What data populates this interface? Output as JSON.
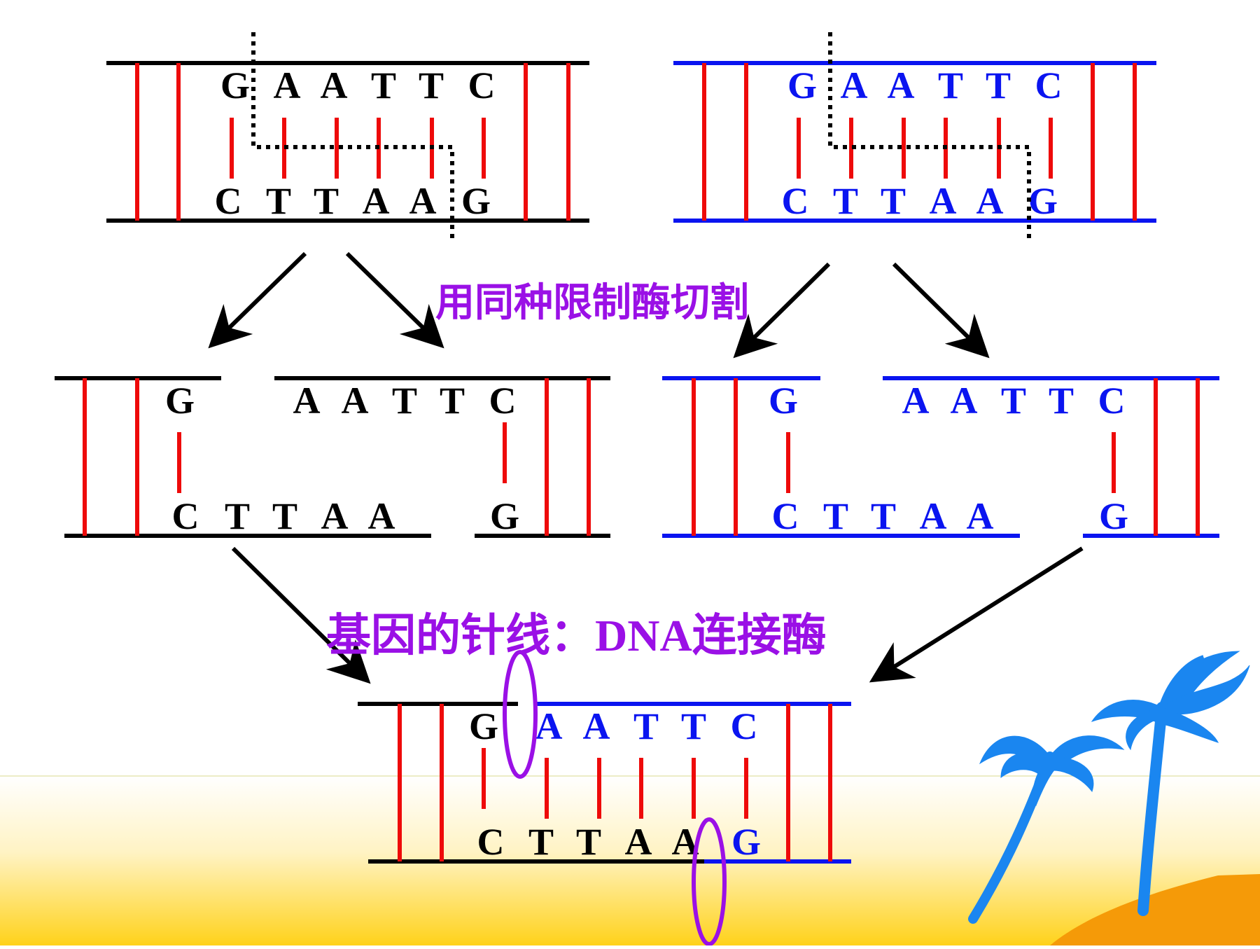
{
  "colors": {
    "strand_a": "#000000",
    "strand_b": "#0a14f0",
    "hydrogen_bond": "#ee0a0a",
    "caption": "#9a10e6",
    "arrow": "#000000",
    "palm": "#1a86f0",
    "sand_top": "#ffffff",
    "sand_bottom": "#ffd21a",
    "hill": "#f59a08"
  },
  "top_left": {
    "upper": [
      "G",
      "A",
      "A",
      "T",
      "T",
      "C"
    ],
    "lower": [
      "C",
      "T",
      "T",
      "A",
      "A",
      "G"
    ]
  },
  "top_right": {
    "upper": [
      "G",
      "A",
      "A",
      "T",
      "T",
      "C"
    ],
    "lower": [
      "C",
      "T",
      "T",
      "A",
      "A",
      "G"
    ]
  },
  "captions": {
    "cut": "用同种限制酶切割",
    "ligase_prefix": "基因的针线：",
    "ligase_dna": "DNA",
    "ligase_suffix": "连接酶"
  },
  "middle_left": {
    "left_upper": "G",
    "left_lower": [
      "C",
      "T",
      "T",
      "A",
      "A"
    ],
    "right_upper": [
      "A",
      "A",
      "T",
      "T",
      "C"
    ],
    "right_lower": "G"
  },
  "middle_right": {
    "left_upper": "G",
    "left_lower": [
      "C",
      "T",
      "T",
      "A",
      "A"
    ],
    "right_upper": [
      "A",
      "A",
      "T",
      "T",
      "C"
    ],
    "right_lower": "G"
  },
  "bottom": {
    "upper_black": "G",
    "upper_blue": [
      "A",
      "A",
      "T",
      "T",
      "C"
    ],
    "lower_black": [
      "C",
      "T",
      "T",
      "A",
      "A"
    ],
    "lower_blue": "G"
  }
}
